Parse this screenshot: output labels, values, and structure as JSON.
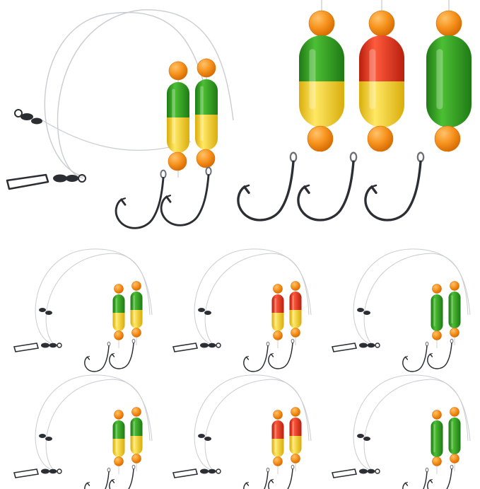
{
  "scene": {
    "background": "#ffffff",
    "colors": {
      "green": "#2f9a22",
      "green_dark": "#1f7a15",
      "yellow": "#f5d021",
      "yellow_dark": "#d9ad0b",
      "red": "#e8321c",
      "red_dark": "#b81f0e",
      "orange": "#f7931e",
      "orange_dark": "#d86f05",
      "line": "#c9ccd1",
      "metal": "#2b2e33",
      "steel": "#6b7078"
    }
  },
  "large_rig": {
    "float_colors": [
      "green-yellow",
      "green-yellow"
    ]
  },
  "large_hooks": [
    {
      "top": "green",
      "bottom": "yellow"
    },
    {
      "top": "red",
      "bottom": "yellow"
    },
    {
      "top": "green",
      "bottom": "green"
    }
  ],
  "small_rigs": [
    {
      "top": "green",
      "bottom": "yellow"
    },
    {
      "top": "red",
      "bottom": "yellow"
    },
    {
      "top": "green",
      "bottom": "green"
    },
    {
      "top": "green",
      "bottom": "yellow"
    },
    {
      "top": "red",
      "bottom": "yellow"
    },
    {
      "top": "green",
      "bottom": "green"
    }
  ]
}
